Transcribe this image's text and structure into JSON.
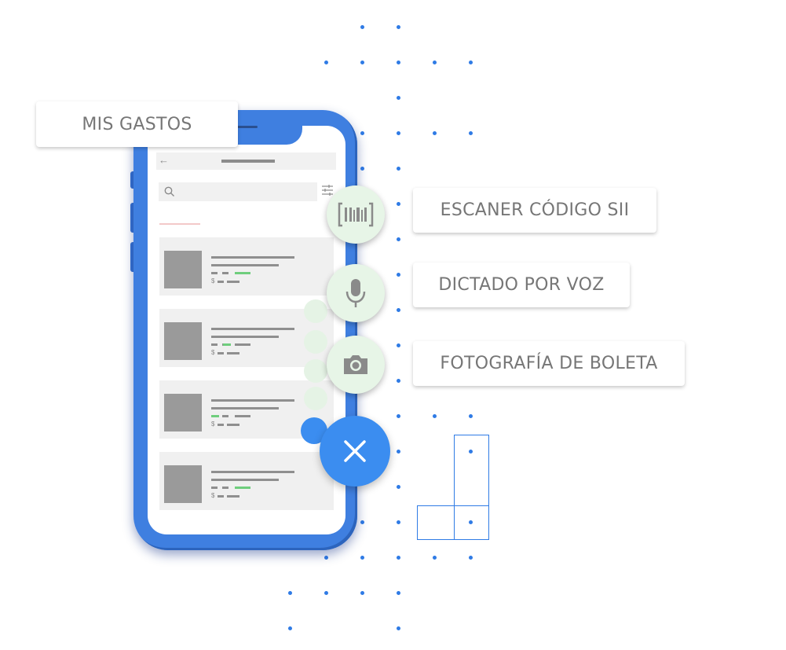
{
  "header": {
    "title": "MIS GASTOS"
  },
  "actions": [
    {
      "label": "ESCANER CÓDIGO SII",
      "icon": "barcode-icon"
    },
    {
      "label": "DICTADO POR VOZ",
      "icon": "microphone-icon"
    },
    {
      "label": "FOTOGRAFÍA DE BOLETA",
      "icon": "camera-icon"
    }
  ],
  "fab": {
    "icon": "close-icon"
  },
  "list": {
    "currency_symbol": "$"
  },
  "colors": {
    "brand_blue": "#3b8df0",
    "phone_body": "#3f7fe0",
    "action_bg": "#e7f5e7",
    "icon_gray": "#8a8a8a",
    "accent_green": "#6fce7d"
  }
}
